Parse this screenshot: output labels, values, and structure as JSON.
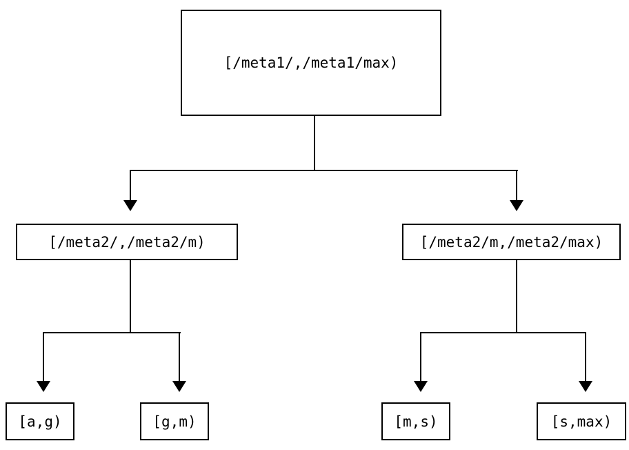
{
  "diagram": {
    "type": "tree",
    "colors": {
      "background": "#ffffff",
      "line": "#000000",
      "text": "#000000"
    },
    "nodes": {
      "root": {
        "label": "[/meta1/,/meta1/max)"
      },
      "level2_left": {
        "label": "[/meta2/,/meta2/m)"
      },
      "level2_right": {
        "label": "[/meta2/m,/meta2/max)"
      },
      "leaf_ag": {
        "label": "[a,g)"
      },
      "leaf_gm": {
        "label": "[g,m)"
      },
      "leaf_ms": {
        "label": "[m,s)"
      },
      "leaf_smax": {
        "label": "[s,max)"
      }
    },
    "edges": [
      {
        "from": "root",
        "to": "level2_left"
      },
      {
        "from": "root",
        "to": "level2_right"
      },
      {
        "from": "level2_left",
        "to": "leaf_ag"
      },
      {
        "from": "level2_left",
        "to": "leaf_gm"
      },
      {
        "from": "level2_right",
        "to": "leaf_ms"
      },
      {
        "from": "level2_right",
        "to": "leaf_smax"
      }
    ]
  }
}
